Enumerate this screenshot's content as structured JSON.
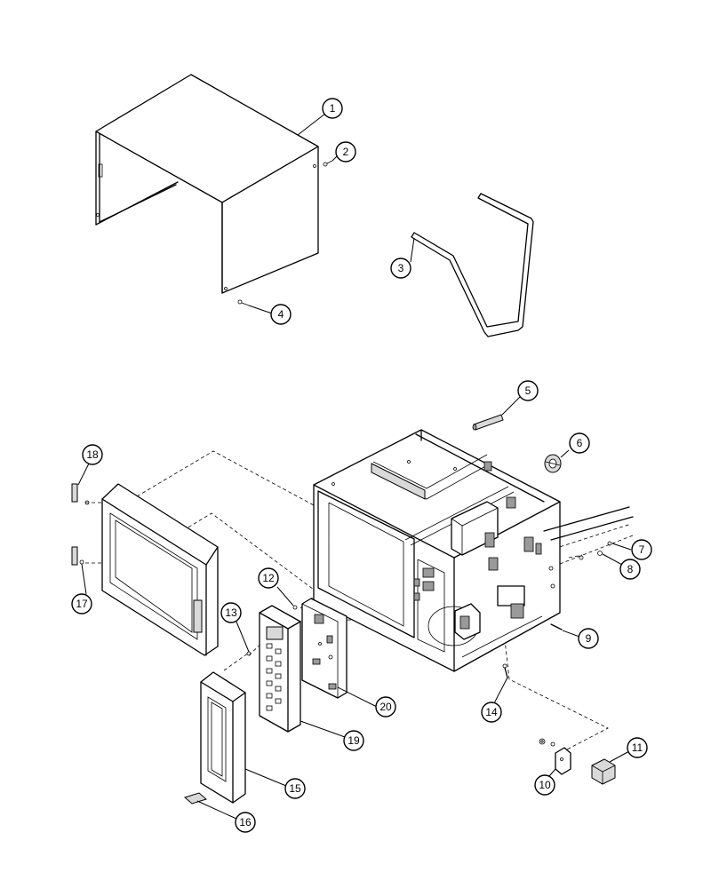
{
  "callouts": [
    {
      "num": "1"
    },
    {
      "num": "2"
    },
    {
      "num": "3"
    },
    {
      "num": "4"
    },
    {
      "num": "5"
    },
    {
      "num": "6"
    },
    {
      "num": "7"
    },
    {
      "num": "8"
    },
    {
      "num": "9"
    },
    {
      "num": "10"
    },
    {
      "num": "11"
    },
    {
      "num": "12"
    },
    {
      "num": "13"
    },
    {
      "num": "14"
    },
    {
      "num": "15"
    },
    {
      "num": "16"
    },
    {
      "num": "17"
    },
    {
      "num": "18"
    },
    {
      "num": "19"
    },
    {
      "num": "20"
    }
  ]
}
